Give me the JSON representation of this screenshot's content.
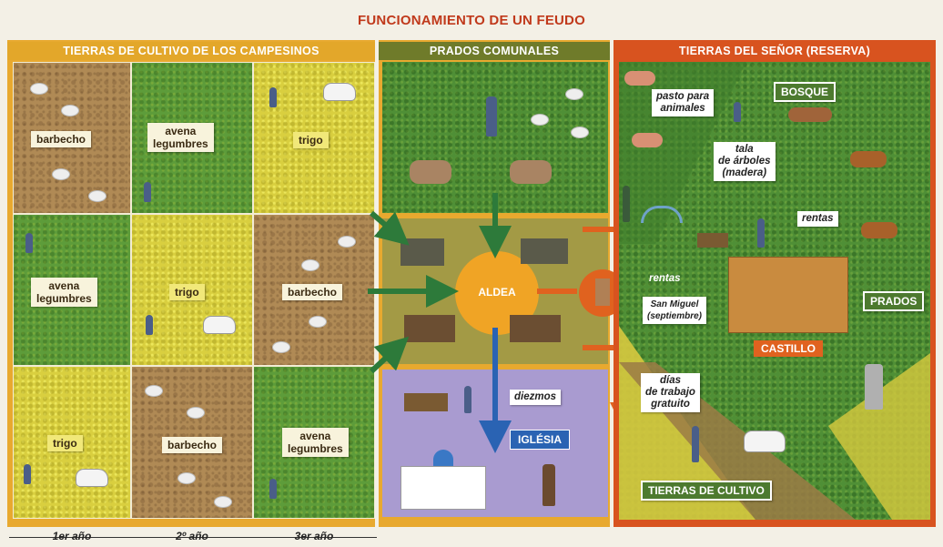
{
  "title": "FUNCIONAMIENTO DE UN FEUDO",
  "headers": {
    "peasants": "TIERRAS DE CULTIVO DE LOS CAMPESINOS",
    "commons": "PRADOS COMUNALES",
    "lord": "TIERRAS DEL SEÑOR (RESERVA)"
  },
  "grid": [
    [
      "barbecho",
      "avena\nlegumbres",
      "trigo"
    ],
    [
      "avena\nlegumbres",
      "trigo",
      "barbecho"
    ],
    [
      "trigo",
      "barbecho",
      "avena\nlegumbres"
    ]
  ],
  "years": [
    "1er año",
    "2º año",
    "3er año"
  ],
  "aldea": "ALDEA",
  "iglesia": "IGLÉSIA",
  "diezmos": "diezmos",
  "lord_area": {
    "bosque": "BOSQUE",
    "pasto": "pasto para\nanimales",
    "tala": "tala\nde árboles\n(madera)",
    "rentas1": "rentas",
    "rentas2": "rentas",
    "san_miguel": "San Miguel\n(septiembre)",
    "castillo": "CASTILLO",
    "prados": "PRADOS",
    "dias": "días\nde trabajo\ngratuito",
    "tierras_cultivo": "TIERRAS DE CULTIVO"
  },
  "colors": {
    "title": "#c0391b",
    "peasant_header": "#e3a72a",
    "commons_header": "#6f7b2a",
    "lord_header": "#d8531f",
    "lord_border": "#d8531f",
    "green_arrow": "#2d7a3a",
    "blue_arrow": "#2a63b3",
    "orange_arrow": "#e0621f"
  }
}
